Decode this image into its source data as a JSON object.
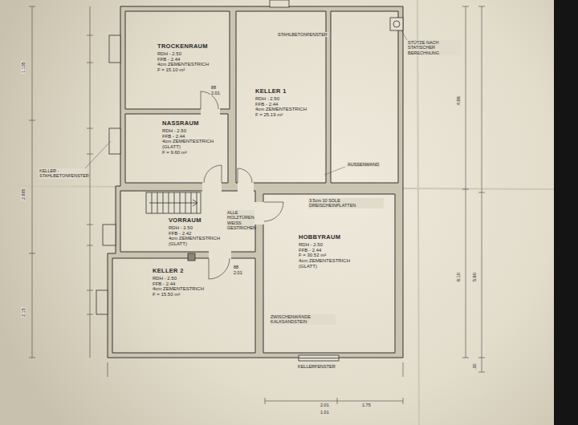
{
  "diagram": {
    "nodes": [
      {
        "text": [
          "TROCKENRAUM",
          "RDH - 2.50",
          "FFB - 2.44",
          "4cm ZEMENTESTRICH",
          "F = 15.10 m²"
        ]
      },
      {
        "text": [
          "KELLER 1",
          "RDH - 2.50",
          "FFB - 2.44",
          "4cm ZEMENTESTRICH",
          "F = 25.19 m²"
        ]
      },
      {
        "text": [
          "NASSRAUM",
          "RDH - 2.50",
          "FFB - 2.44",
          "4cm ZEMENTESTRICH",
          "(GLATT)",
          "F = 9.60 m²"
        ]
      },
      {
        "text": [
          "VORRAUM",
          "RDH - 2.50",
          "FFB - 2.42",
          "4cm ZEMENTESTRICH",
          "(GLATT)"
        ]
      },
      {
        "text": [
          "HOBBYRAUM",
          "RDH - 2.50",
          "FFB - 2.44",
          "F = 30.52 m²",
          "4cm ZEMENTESTRICH",
          "(GLATT)"
        ]
      },
      {
        "text": [
          "KELLER 2",
          "RDH - 2.50",
          "FFB - 2.44",
          "4cm ZEMENTESTRICH",
          "F = 15.50 m²"
        ]
      }
    ],
    "labels": [
      "STAHLBETONFENSTER",
      "STÜTZE NACH STATISCHER BERECHNUNG",
      "AUSSENWAND",
      "3.5cm 10 SOLE DREISCHEINPLATTEN",
      "ALLE HOLZTÜREN WEISS GESTRICHEN",
      "ZWISCHENWÄNDE KALKSANDSTEIN",
      "KELLERFENSTER",
      "KELLER - STAHLBETONFENSTER",
      "2.01",
      "1.75",
      "1.01",
      "4.86",
      "6.10",
      "5.90",
      ".30",
      "1.135",
      "2.885",
      "2.15",
      "88",
      "2.01",
      "88",
      "2.01"
    ]
  }
}
